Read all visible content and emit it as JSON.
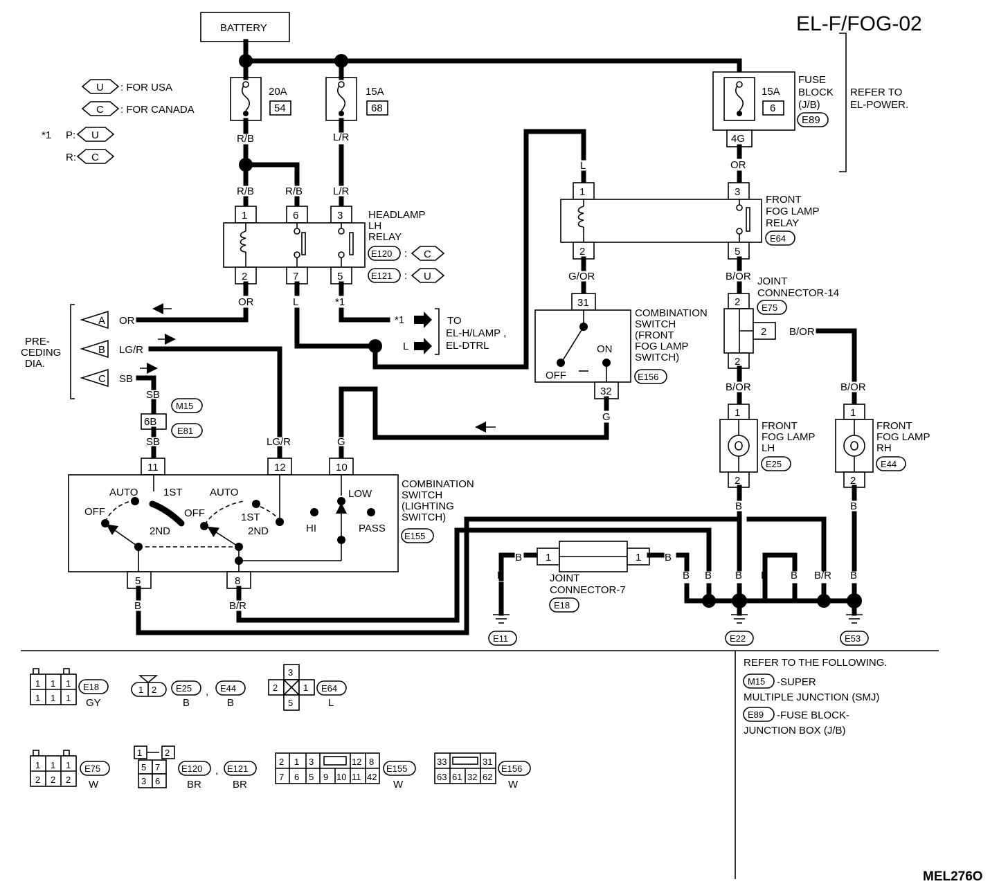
{
  "title": "EL-F/FOG-02",
  "figure_code": "MEL276O",
  "battery": "BATTERY",
  "legend": {
    "usa_code": "U",
    "usa_label": ": FOR USA",
    "canada_code": "C",
    "canada_label": ": FOR CANADA",
    "star": "*1",
    "p_label": "P:",
    "p_code": "U",
    "r_label": "R:",
    "r_code": "C"
  },
  "fuses": {
    "f20": {
      "amp": "20A",
      "num": "54"
    },
    "f15": {
      "amp": "15A",
      "num": "68"
    },
    "f6": {
      "amp": "15A",
      "num": "6"
    },
    "block_label_1": "FUSE",
    "block_label_2": "BLOCK",
    "block_label_3": "(J/B)",
    "block_conn": "E89",
    "block_term": "4G",
    "refer_1": "REFER TO",
    "refer_2": "EL-POWER."
  },
  "wires": {
    "rb": "R/B",
    "lr": "L/R",
    "or": "OR",
    "l": "L",
    "gor": "G/OR",
    "bor": "B/OR",
    "g": "G",
    "sb": "SB",
    "lgr": "LG/R",
    "b": "B",
    "br": "B/R",
    "star1": "*1"
  },
  "headlamp_relay": {
    "label_1": "HEADLAMP",
    "label_2": "LH",
    "label_3": "RELAY",
    "pins": [
      "1",
      "6",
      "3",
      "2",
      "7",
      "5"
    ],
    "conn_c": "E120",
    "code_c": "C",
    "conn_u": "E121",
    "code_u": "U",
    "sep": ":"
  },
  "fog_relay": {
    "label_1": "FRONT",
    "label_2": "FOG LAMP",
    "label_3": "RELAY",
    "conn": "E64",
    "pins": [
      "1",
      "2",
      "3",
      "5"
    ]
  },
  "joint14": {
    "label_1": "JOINT",
    "label_2": "CONNECTOR-14",
    "conn": "E75",
    "pins": [
      "2",
      "2",
      "2"
    ]
  },
  "fog_switch": {
    "label_1": "COMBINATION",
    "label_2": "SWITCH",
    "label_3": "(FRONT",
    "label_4": "FOG LAMP",
    "label_5": "SWITCH)",
    "conn": "E156",
    "pin_top": "31",
    "pin_bot": "32",
    "off": "OFF",
    "on": "ON"
  },
  "fog_lh": {
    "label_1": "FRONT",
    "label_2": "FOG LAMP",
    "label_3": "LH",
    "conn": "E25",
    "pin1": "1",
    "pin2": "2"
  },
  "fog_rh": {
    "label_1": "FRONT",
    "label_2": "FOG LAMP",
    "label_3": "RH",
    "conn": "E44",
    "pin1": "1",
    "pin2": "2"
  },
  "preceding": {
    "label_1": "PRE-",
    "label_2": "CEDING",
    "label_3": "DIA.",
    "a": "A",
    "b": "B",
    "c": "C"
  },
  "to_label": {
    "l1": "TO",
    "l2": "EL-H/LAMP ,",
    "l3": "EL-DTRL"
  },
  "smj": {
    "m15": "M15",
    "pin": "6B",
    "e81": "E81"
  },
  "light_switch": {
    "label_1": "COMBINATION",
    "label_2": "SWITCH",
    "label_3": "(LIGHTING",
    "label_4": "SWITCH)",
    "conn": "E155",
    "pins": [
      "11",
      "12",
      "10",
      "5",
      "8"
    ],
    "auto": "AUTO",
    "first": "1ST",
    "off": "OFF",
    "second": "2ND",
    "low": "LOW",
    "hi": "HI",
    "pass": "PASS"
  },
  "joint7": {
    "label_1": "JOINT",
    "label_2": "CONNECTOR-7",
    "conn": "E18",
    "pin": "1"
  },
  "grounds": [
    "E11",
    "E22",
    "E53"
  ],
  "connectors": {
    "e18": {
      "code": "E18",
      "color": "GY",
      "pins": [
        "1",
        "1",
        "1",
        "1",
        "1",
        "1"
      ]
    },
    "e25": {
      "code": "E25",
      "color": "B",
      "pins": [
        "1",
        "2"
      ]
    },
    "e44": {
      "code": "E44",
      "color": "B"
    },
    "e64": {
      "code": "E64",
      "color": "L",
      "pins": [
        "3",
        "2",
        "1",
        "5"
      ]
    },
    "e75": {
      "code": "E75",
      "color": "W",
      "pins": [
        "1",
        "1",
        "1",
        "2",
        "2",
        "2"
      ]
    },
    "e120": {
      "code": "E120",
      "color": "BR",
      "pins": [
        "1",
        "2",
        "5",
        "7",
        "3",
        "6"
      ]
    },
    "e121": {
      "code": "E121",
      "color": "BR"
    },
    "e155": {
      "code": "E155",
      "color": "W",
      "pins": [
        "2",
        "1",
        "3",
        "12",
        "8",
        "7",
        "6",
        "5",
        "9",
        "10",
        "11",
        "42"
      ]
    },
    "e156": {
      "code": "E156",
      "color": "W",
      "pins": [
        "33",
        "31",
        "63",
        "61",
        "32",
        "62"
      ]
    },
    "comma": ","
  },
  "refer_box": {
    "head": "REFER TO THE FOLLOWING.",
    "m15": "M15",
    "m15_text_1": "-SUPER",
    "m15_text_2": "MULTIPLE JUNCTION (SMJ)",
    "e89": "E89",
    "e89_text_1": "-FUSE BLOCK-",
    "e89_text_2": "JUNCTION BOX (J/B)"
  }
}
